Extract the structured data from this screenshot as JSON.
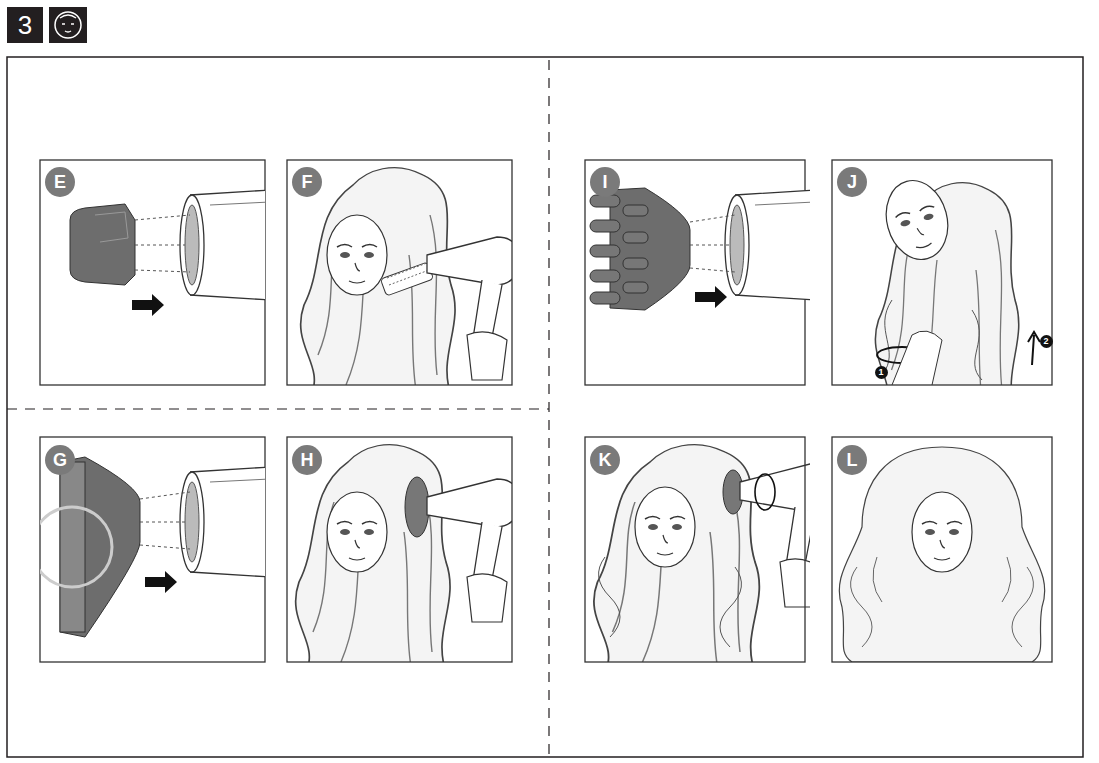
{
  "diagram": {
    "nodes": [
      {
        "text": [
          "3"
        ]
      },
      {
        "text": [
          "E"
        ]
      },
      {
        "text": [
          "F"
        ]
      },
      {
        "text": [
          "I"
        ]
      },
      {
        "text": [
          "J"
        ]
      },
      {
        "text": [
          "1"
        ]
      },
      {
        "text": [
          "2"
        ]
      },
      {
        "text": [
          "G"
        ]
      },
      {
        "text": [
          "H"
        ]
      },
      {
        "text": [
          "K"
        ]
      },
      {
        "text": [
          "L"
        ]
      }
    ]
  }
}
